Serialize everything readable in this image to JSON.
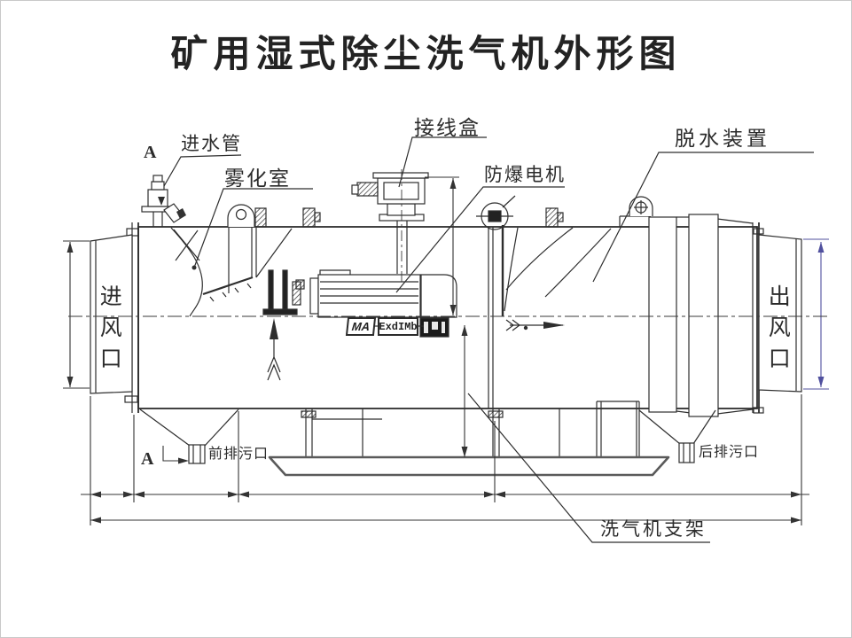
{
  "title": "矿用湿式除尘洗气机外形图",
  "annotations": {
    "water_inlet_pipe": "进水管",
    "atomization_chamber": "雾化室",
    "junction_box": "接线盒",
    "explosion_proof_motor": "防爆电机",
    "dewatering_device": "脱水装置",
    "air_inlet": "进风口",
    "air_outlet": "出风口",
    "front_drain_port": "前排污口",
    "rear_drain_port": "后排污口",
    "washer_support": "洗气机支架"
  },
  "markers": {
    "section_a_top": "A",
    "section_a_bottom": "A"
  },
  "plates": {
    "ma_certification": "MA",
    "explosion_rating": "ExdIMb"
  },
  "colors": {
    "line": "#2e2e2e",
    "dimension_accent": "#50509e",
    "skid_gray": "#5a5a5a",
    "background": "#ffffff"
  }
}
